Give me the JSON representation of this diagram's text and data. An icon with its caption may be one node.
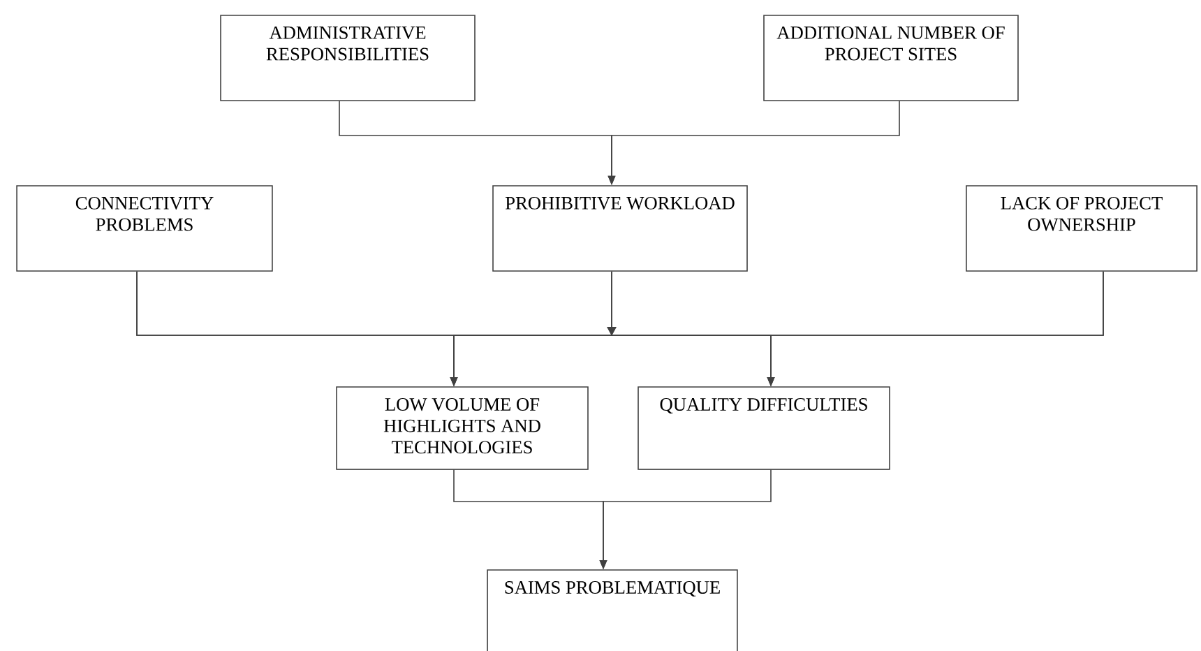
{
  "diagram": {
    "nodes": [
      {
        "text": [
          "ADMINISTRATIVE RESPONSIBILITIES"
        ]
      },
      {
        "text": [
          "ADDITIONAL NUMBER OF PROJECT SITES"
        ]
      },
      {
        "text": [
          "CONNECTIVITY PROBLEMS"
        ]
      },
      {
        "text": [
          "PROHIBITIVE WORKLOAD"
        ]
      },
      {
        "text": [
          "LACK OF PROJECT OWNERSHIP"
        ]
      },
      {
        "text": [
          "LOW VOLUME OF HIGHLIGHTS AND TECHNOLOGIES"
        ]
      },
      {
        "text": [
          "QUALITY DIFFICULTIES"
        ]
      },
      {
        "text": [
          "SAIMS PROBLEMATIQUE"
        ]
      }
    ],
    "edges": [
      {
        "from": 0,
        "to": 3,
        "arrow": "to"
      },
      {
        "from": 1,
        "to": 3,
        "arrow": "to"
      },
      {
        "from": 2,
        "to": 5,
        "arrow": "to"
      },
      {
        "from": 2,
        "to": 6,
        "arrow": "to"
      },
      {
        "from": 3,
        "to": 5,
        "arrow": "to"
      },
      {
        "from": 3,
        "to": 6,
        "arrow": "to"
      },
      {
        "from": 4,
        "to": 5,
        "arrow": "to"
      },
      {
        "from": 4,
        "to": 6,
        "arrow": "to"
      },
      {
        "from": 5,
        "to": 7,
        "arrow": "to"
      },
      {
        "from": 6,
        "to": 7,
        "arrow": "to"
      }
    ]
  }
}
